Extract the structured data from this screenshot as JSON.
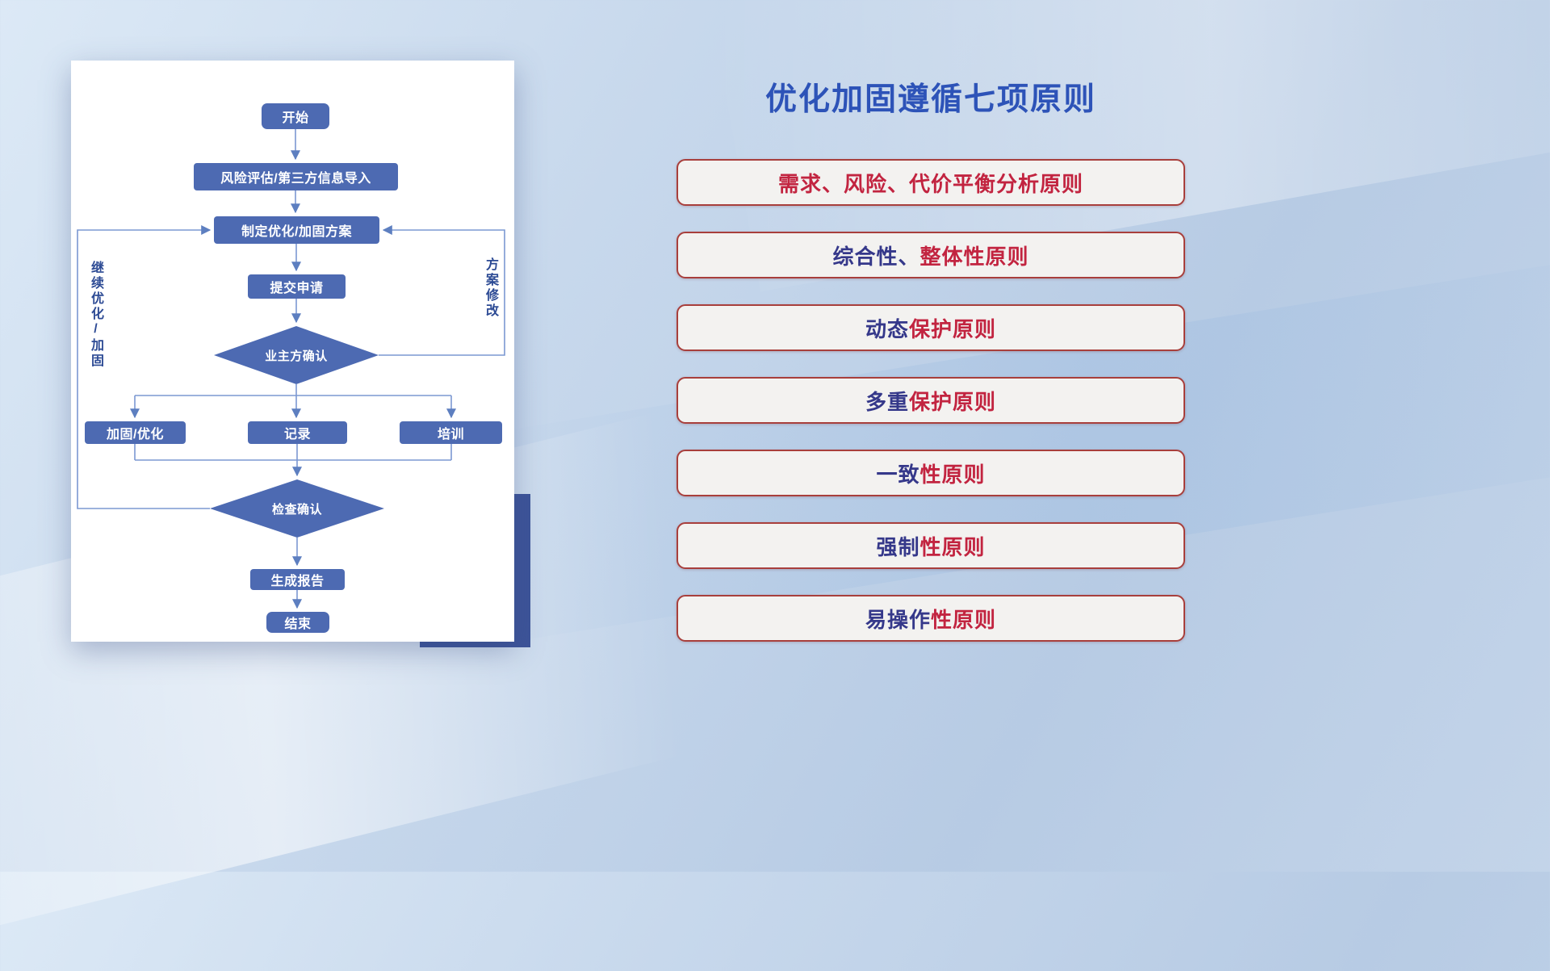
{
  "slide": {
    "title": "优化加固遵循七项原则"
  },
  "flowchart": {
    "nodes": {
      "start": "开始",
      "risk_import": "风险评估/第三方信息导入",
      "plan": "制定优化/加固方案",
      "submit": "提交申请",
      "owner_confirm": "业主方确认",
      "reinforce": "加固/优化",
      "record": "记录",
      "training": "培训",
      "check_confirm": "检查确认",
      "report": "生成报告",
      "end": "结束"
    },
    "side_labels": {
      "left_loop": "继续优化/加固",
      "right_loop": "方案修改"
    }
  },
  "principles": [
    {
      "segments": [
        {
          "text": "需求、风险、代价平衡分析原则",
          "color": "red"
        }
      ]
    },
    {
      "segments": [
        {
          "text": "综合性、",
          "color": "blue"
        },
        {
          "text": "整体性原则",
          "color": "red"
        }
      ]
    },
    {
      "segments": [
        {
          "text": "动态",
          "color": "blue"
        },
        {
          "text": "保护原则",
          "color": "red"
        }
      ]
    },
    {
      "segments": [
        {
          "text": "多重",
          "color": "blue"
        },
        {
          "text": "保护原则",
          "color": "red"
        }
      ]
    },
    {
      "segments": [
        {
          "text": "一致",
          "color": "blue"
        },
        {
          "text": "性原则",
          "color": "red"
        }
      ]
    },
    {
      "segments": [
        {
          "text": "强制",
          "color": "blue"
        },
        {
          "text": "性原则",
          "color": "red"
        }
      ]
    },
    {
      "segments": [
        {
          "text": "易操作",
          "color": "blue"
        },
        {
          "text": "性原则",
          "color": "red"
        }
      ]
    }
  ],
  "colors": {
    "title_blue": "#2d53b8",
    "node_blue": "#4d6ab2",
    "connector_blue": "#7b98d2",
    "principle_border": "#a83f3c",
    "principle_bg": "#f3f2f0",
    "principle_text_red": "#c22440",
    "principle_text_blue": "#35388a",
    "card_back_block": "#3d5499"
  }
}
